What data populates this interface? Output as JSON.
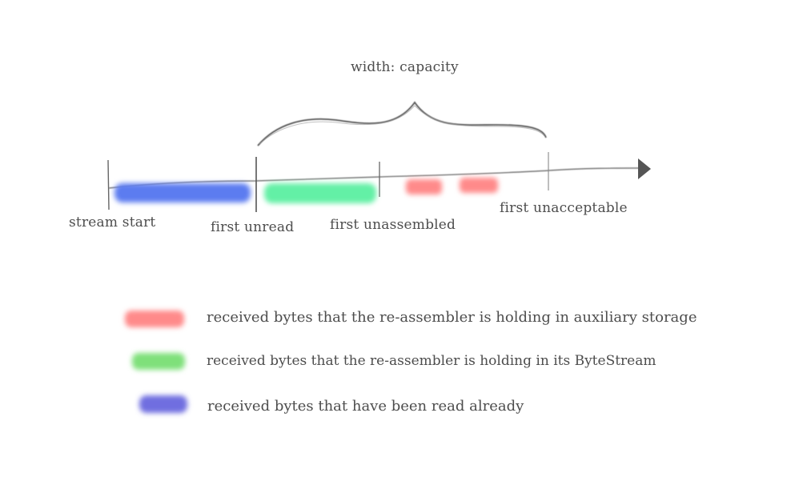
{
  "diagram": {
    "capacity_label": "width: capacity",
    "markers": {
      "stream_start": "stream start",
      "first_unread": "first unread",
      "first_unassembled": "first unassembled",
      "first_unacceptable": "first unacceptable"
    },
    "colors": {
      "read": "#5b7cf0",
      "bytestream": "#63f0a6",
      "auxiliary": "#ff8a8a",
      "line": "#555555"
    }
  },
  "legend": [
    {
      "key": "auxiliary",
      "color": "#ff8a8a",
      "text": "received bytes that the re-assembler is holding in auxiliary storage"
    },
    {
      "key": "bytestream",
      "color": "#7fe07a",
      "text": "received bytes that the re-assembler is holding  in its ByteStream"
    },
    {
      "key": "read",
      "color": "#6f6ee0",
      "text": "received bytes that have been read already"
    }
  ]
}
